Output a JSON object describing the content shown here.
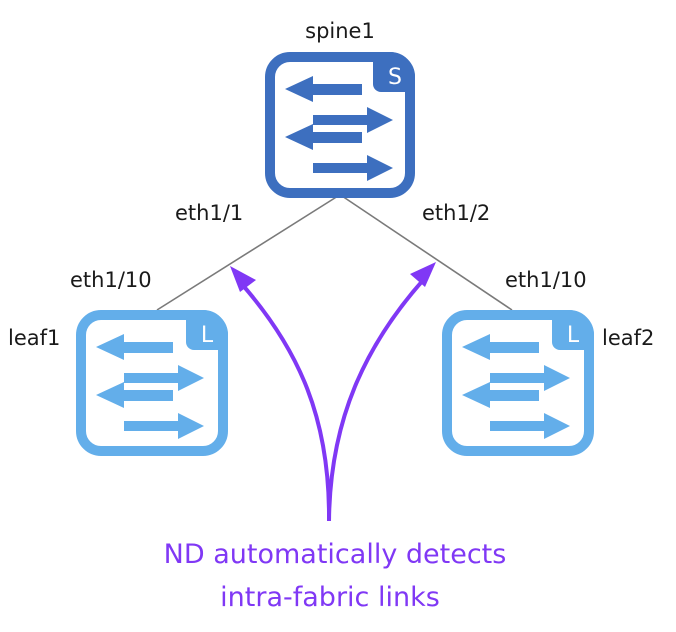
{
  "nodes": {
    "spine": {
      "name": "spine1",
      "badge": "S",
      "color": "#3d6fbf"
    },
    "leaf1": {
      "name": "leaf1",
      "badge": "L",
      "color": "#63aeea"
    },
    "leaf2": {
      "name": "leaf2",
      "badge": "L",
      "color": "#63aeea"
    }
  },
  "links": [
    {
      "from": "spine1",
      "from_port": "eth1/1",
      "to": "leaf1",
      "to_port": "eth1/10"
    },
    {
      "from": "spine1",
      "from_port": "eth1/2",
      "to": "leaf2",
      "to_port": "eth1/10"
    }
  ],
  "annotation": {
    "line1": "ND automatically detects",
    "line2": "intra-fabric links",
    "color": "#8038f5"
  },
  "link_color": "#7a7a7a"
}
